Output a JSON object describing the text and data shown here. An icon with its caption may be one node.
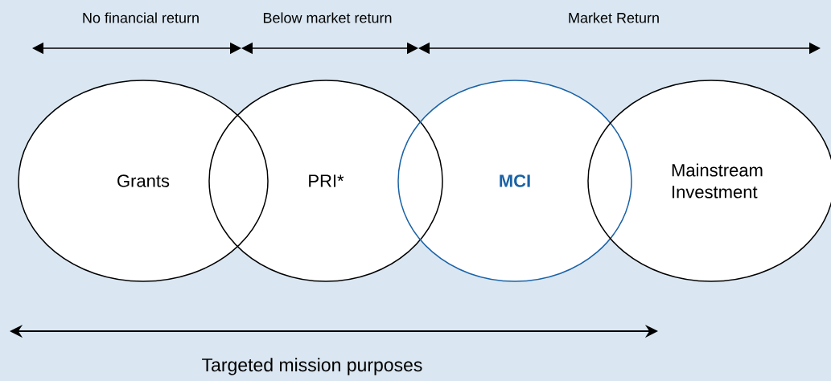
{
  "diagram": {
    "nodes": [
      {
        "text": [
          "Grants"
        ]
      },
      {
        "text": [
          "PRI*"
        ]
      },
      {
        "text": [
          "MCI"
        ]
      },
      {
        "text": [
          "Mainstream Investment"
        ]
      }
    ],
    "labels": [
      "No financial return",
      "Below market return",
      "Market Return",
      "Targeted mission purposes"
    ]
  }
}
